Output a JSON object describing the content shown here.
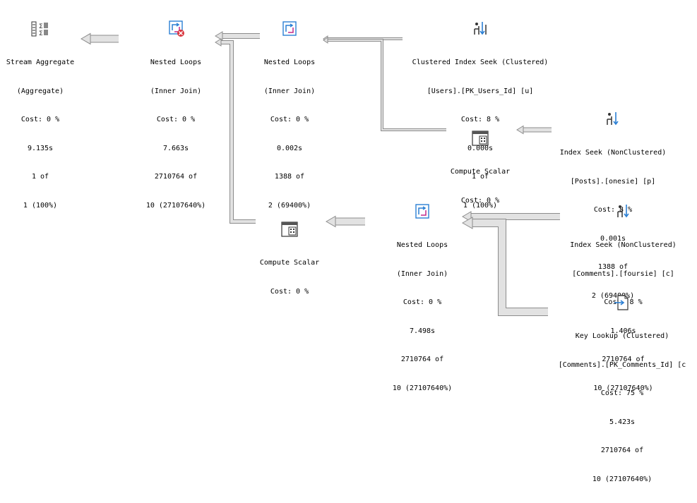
{
  "plan": {
    "nodes": [
      {
        "id": "stream-aggregate",
        "icon": "aggregate-icon",
        "lines": [
          "Stream Aggregate",
          "(Aggregate)",
          "Cost: 0 %",
          "9.135s",
          "1 of",
          "1 (100%)"
        ]
      },
      {
        "id": "nested-loops-1",
        "icon": "nested-loops-warning-icon",
        "lines": [
          "Nested Loops",
          "(Inner Join)",
          "Cost: 0 %",
          "7.663s",
          "2710764 of",
          "10 (27107640%)"
        ]
      },
      {
        "id": "nested-loops-2",
        "icon": "nested-loops-icon",
        "lines": [
          "Nested Loops",
          "(Inner Join)",
          "Cost: 0 %",
          "0.002s",
          "1388 of",
          "2 (69400%)"
        ]
      },
      {
        "id": "clustered-index-seek-users",
        "icon": "clustered-index-seek-icon",
        "lines": [
          "Clustered Index Seek (Clustered)",
          "[Users].[PK_Users_Id] [u]",
          "Cost: 8 %",
          "0.000s",
          "1 of",
          "1 (100%)"
        ]
      },
      {
        "id": "compute-scalar-1",
        "icon": "compute-scalar-icon",
        "lines": [
          "Compute Scalar",
          "Cost: 0 %"
        ]
      },
      {
        "id": "index-seek-posts",
        "icon": "index-seek-icon",
        "lines": [
          "Index Seek (NonClustered)",
          "[Posts].[onesie] [p]",
          "Cost: 8 %",
          "0.001s",
          "1388 of",
          "2 (69400%)"
        ]
      },
      {
        "id": "compute-scalar-2",
        "icon": "compute-scalar-icon",
        "lines": [
          "Compute Scalar",
          "Cost: 0 %"
        ]
      },
      {
        "id": "nested-loops-3",
        "icon": "nested-loops-icon",
        "lines": [
          "Nested Loops",
          "(Inner Join)",
          "Cost: 0 %",
          "7.498s",
          "2710764 of",
          "10 (27107640%)"
        ]
      },
      {
        "id": "index-seek-comments",
        "icon": "index-seek-icon",
        "lines": [
          "Index Seek (NonClustered)",
          "[Comments].[foursie] [c]",
          "Cost: 8 %",
          "1.406s",
          "2710764 of",
          "10 (27107640%)"
        ]
      },
      {
        "id": "key-lookup-comments",
        "icon": "key-lookup-icon",
        "lines": [
          "Key Lookup (Clustered)",
          "[Comments].[PK_Comments_Id] [c",
          "Cost: 75 %",
          "5.423s",
          "2710764 of",
          "10 (27107640%)"
        ]
      }
    ]
  },
  "colors": {
    "arrow_fill": "#e2e2e2",
    "arrow_stroke": "#8c8c8c",
    "icon_accent": "#2a7fd4",
    "warning": "#d9363e",
    "text": "#000000"
  }
}
